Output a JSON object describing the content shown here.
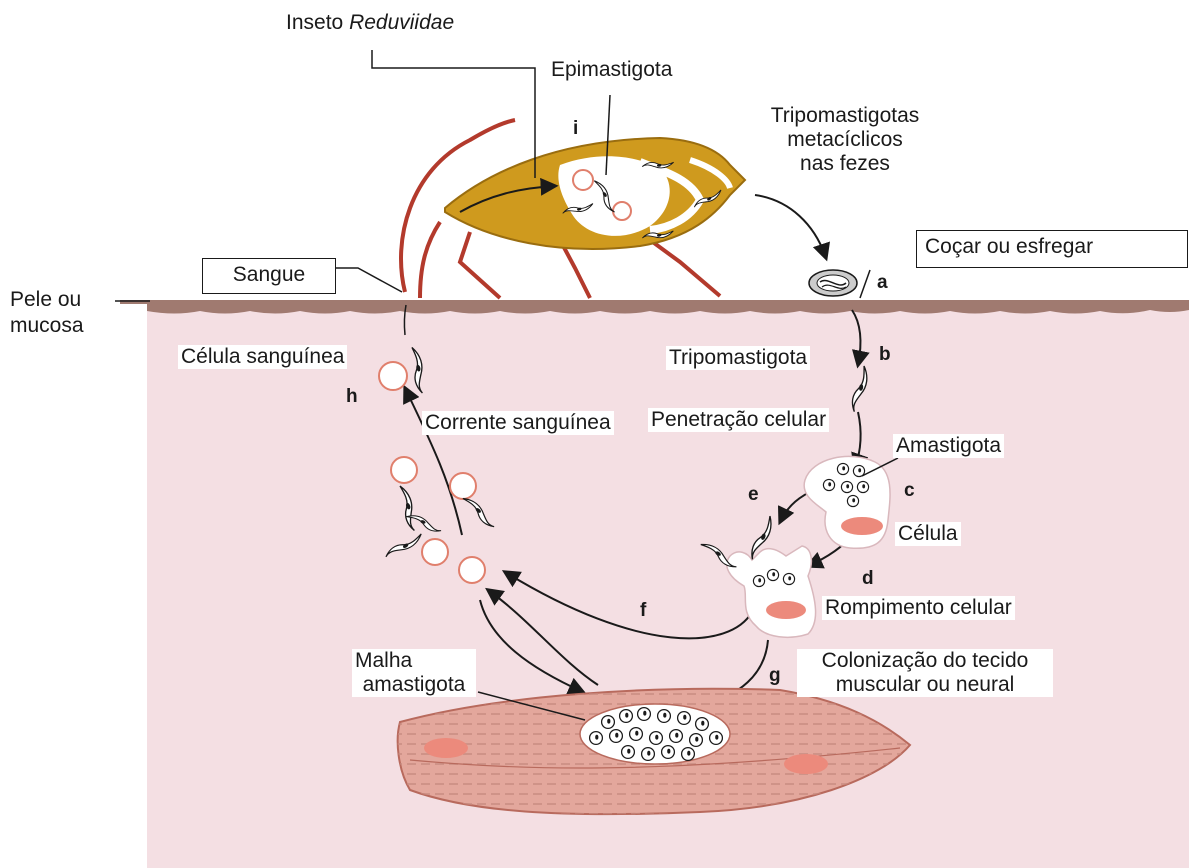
{
  "labels": {
    "inseto_prefix": "Inseto",
    "inseto_name": "Reduviidae",
    "epimastigota": "Epimastigota",
    "tripo_meta_1": "Tripomastigotas",
    "tripo_meta_2": "metacíclicos",
    "tripo_meta_3": "nas fezes",
    "cocar": "Coçar ou esfregar",
    "sangue": "Sangue",
    "pele_1": "Pele ou",
    "pele_2": "mucosa",
    "celula_sanguinea": "Célula sanguínea",
    "tripomastigota": "Tripomastigota",
    "corrente": "Corrente sanguínea",
    "penetracao": "Penetração celular",
    "amastigota": "Amastigota",
    "celula": "Célula",
    "rompimento": "Rompimento celular",
    "malha_1": "Malha",
    "malha_2": "amastigota",
    "colonizacao_1": "Colonização do tecido",
    "colonizacao_2": "muscular ou neural"
  },
  "steps": {
    "a": "a",
    "b": "b",
    "c": "c",
    "d": "d",
    "e": "e",
    "f": "f",
    "g": "g",
    "h": "h",
    "i": "i"
  },
  "colors": {
    "tissue": "#f4dfe3",
    "skin": "#a07a70",
    "insect": "#cf9a1e",
    "insect_dark": "#9a6d0f",
    "legs": "#b33a2c",
    "blood_cell": "#e07f6c",
    "nucleus": "#ec8a7c",
    "muscle": "#e3a79c",
    "muscle_stroke": "#b86a5d",
    "ink": "#1a1a1a"
  }
}
